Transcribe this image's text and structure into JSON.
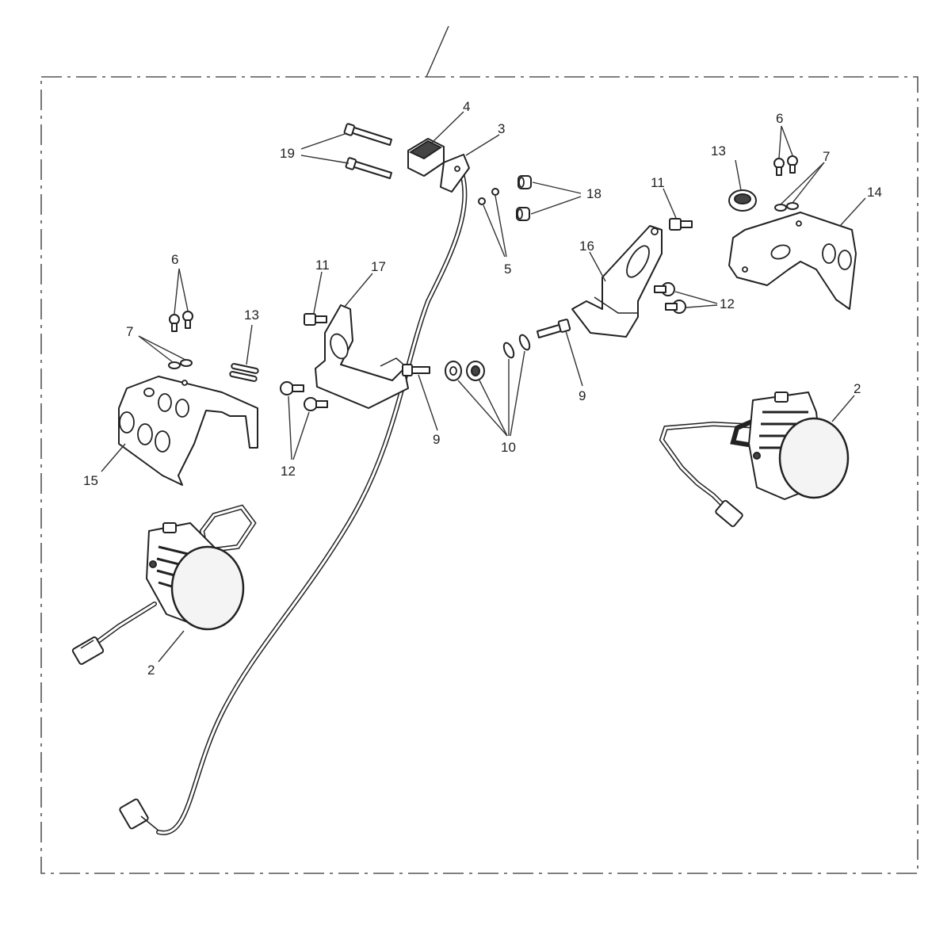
{
  "labels": {
    "2": "2",
    "3": "3",
    "4": "4",
    "5": "5",
    "6": "6",
    "7": "7",
    "9": "9",
    "10": "10",
    "11": "11",
    "12": "12",
    "13": "13",
    "14": "14",
    "15": "15",
    "16": "16",
    "17": "17",
    "18": "18",
    "19": "19"
  }
}
